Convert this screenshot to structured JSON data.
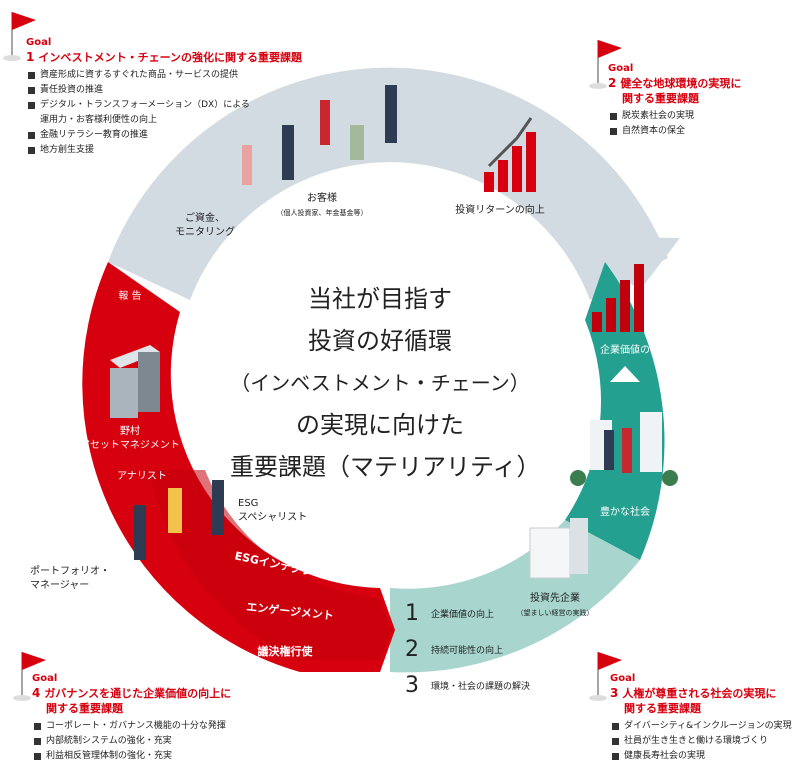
{
  "center_title": [
    "当社が目指す",
    "投資の好循環",
    "（インベストメント・チェーン）",
    "の実現に向けた",
    "重要課題（マテリアリティ）"
  ],
  "goals": [
    {
      "word": "Goal",
      "number": "1",
      "title": [
        "インベストメント・チェーンの強化に関する重要課題"
      ],
      "items": [
        "資産形成に資するすぐれた商品・サービスの提供",
        "責任投資の推進",
        "デジタル・トランスフォーメーション（DX）による",
        "金融リテラシー教育の推進",
        "地方創生支援"
      ],
      "item3_cont": "運用力・お客様利便性の向上"
    },
    {
      "word": "Goal",
      "number": "2",
      "title": [
        "健全な地球環境の実現に",
        "関する重要課題"
      ],
      "items": [
        "脱炭素社会の実現",
        "自然資本の保全"
      ]
    },
    {
      "word": "Goal",
      "number": "3",
      "title": [
        "人権が尊重される社会の実現に",
        "関する重要課題"
      ],
      "items": [
        "ダイバーシティ&インクルージョンの実現",
        "社員が生き生きと働ける環境づくり",
        "健康長寿社会の実現"
      ]
    },
    {
      "word": "Goal",
      "number": "4",
      "title": [
        "ガバナンスを通じた企業価値の向上に",
        "関する重要課題"
      ],
      "items": [
        "コーポレート・ガバナンス機能の十分な発揮",
        "内部統制システムの強化・充実",
        "利益相反管理体制の強化・充実"
      ]
    }
  ],
  "labels": {
    "funds_monitoring": [
      "ご資金、",
      "モニタリング"
    ],
    "customers": "お客様",
    "customers_sub": "（個人投資家、年金基金等）",
    "investment_return": "投資リターンの向上",
    "corporate_value": "企業価値の向上",
    "rich_society": "豊かな社会",
    "investee": "投資先企業",
    "investee_sub": "（望ましい経営の実践）",
    "report": "報 告",
    "nomura_am": [
      "野村",
      "アセットマネジメント"
    ],
    "analyst": "アナリスト",
    "esg_specialist": [
      "ESG",
      "スペシャリスト"
    ],
    "portfolio_manager": [
      "ポートフォリオ・",
      "マネージャー"
    ],
    "esg_integration": "ESGインテグレーション",
    "engagement": "エンゲージメント",
    "proxy_voting": "議決権行使"
  },
  "steps": [
    {
      "n": "1",
      "t": "企業価値の向上"
    },
    {
      "n": "2",
      "t": "持続可能性の向上"
    },
    {
      "n": "3",
      "t": "環境・社会の課題の解決"
    }
  ],
  "colors": {
    "red": "#d7000f",
    "dark_red": "#b5000c",
    "teal": "#2ba99a",
    "light_teal": "#a9d7cf",
    "grey": "#cfd8df",
    "flag": "#d7000f"
  }
}
